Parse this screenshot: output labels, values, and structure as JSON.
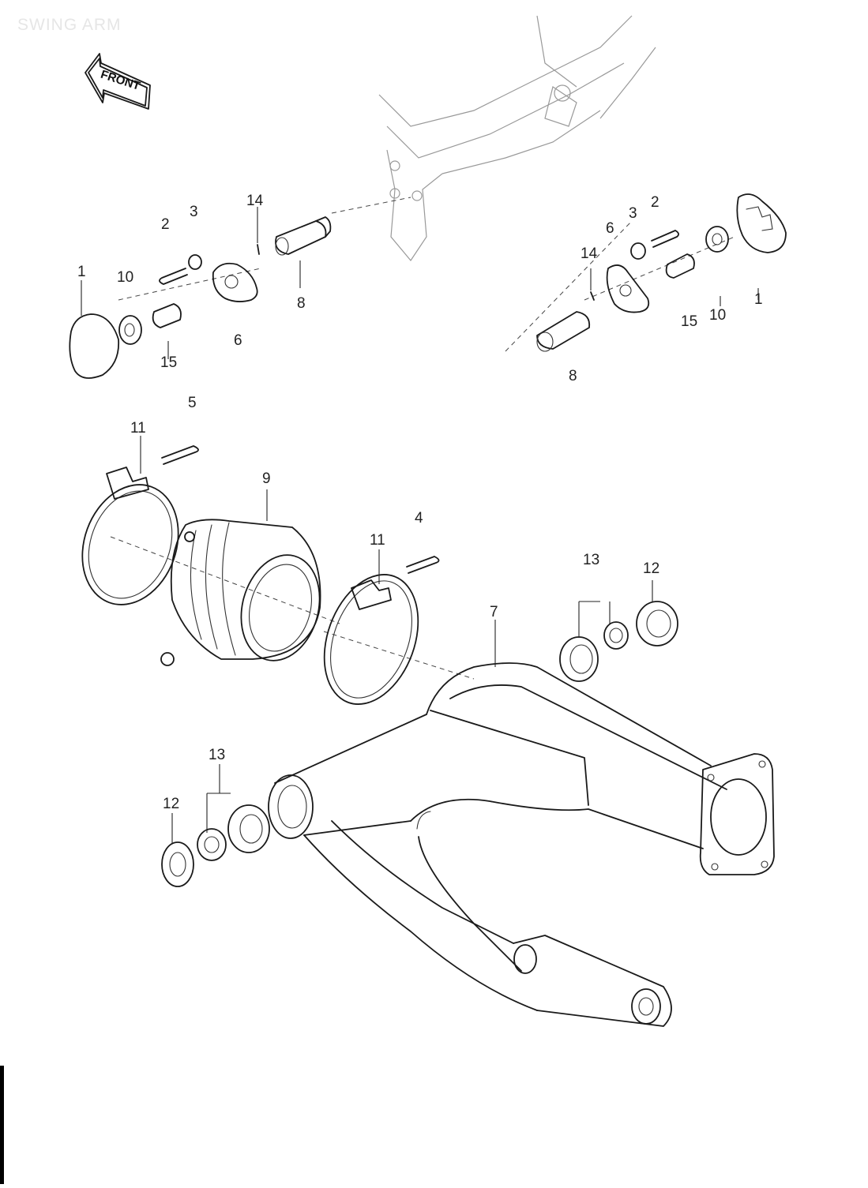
{
  "page": {
    "title": "SWING ARM",
    "direction_label": "FRONT"
  },
  "labels": [
    {
      "id": "l1a",
      "text": "1"
    },
    {
      "id": "l10a",
      "text": "10"
    },
    {
      "id": "l2a",
      "text": "2"
    },
    {
      "id": "l3a",
      "text": "3"
    },
    {
      "id": "l14a",
      "text": "14"
    },
    {
      "id": "l8a",
      "text": "8"
    },
    {
      "id": "l6a",
      "text": "6"
    },
    {
      "id": "l15a",
      "text": "15"
    },
    {
      "id": "l2b",
      "text": "2"
    },
    {
      "id": "l3b",
      "text": "3"
    },
    {
      "id": "l6b",
      "text": "6"
    },
    {
      "id": "l14b",
      "text": "14"
    },
    {
      "id": "l15b",
      "text": "15"
    },
    {
      "id": "l10b",
      "text": "10"
    },
    {
      "id": "l1b",
      "text": "1"
    },
    {
      "id": "l8b",
      "text": "8"
    },
    {
      "id": "l5",
      "text": "5"
    },
    {
      "id": "l11a",
      "text": "11"
    },
    {
      "id": "l9",
      "text": "9"
    },
    {
      "id": "l4",
      "text": "4"
    },
    {
      "id": "l11b",
      "text": "11"
    },
    {
      "id": "l13a",
      "text": "13"
    },
    {
      "id": "l12a",
      "text": "12"
    },
    {
      "id": "l7",
      "text": "7"
    },
    {
      "id": "l13b",
      "text": "13"
    },
    {
      "id": "l12b",
      "text": "12"
    }
  ]
}
